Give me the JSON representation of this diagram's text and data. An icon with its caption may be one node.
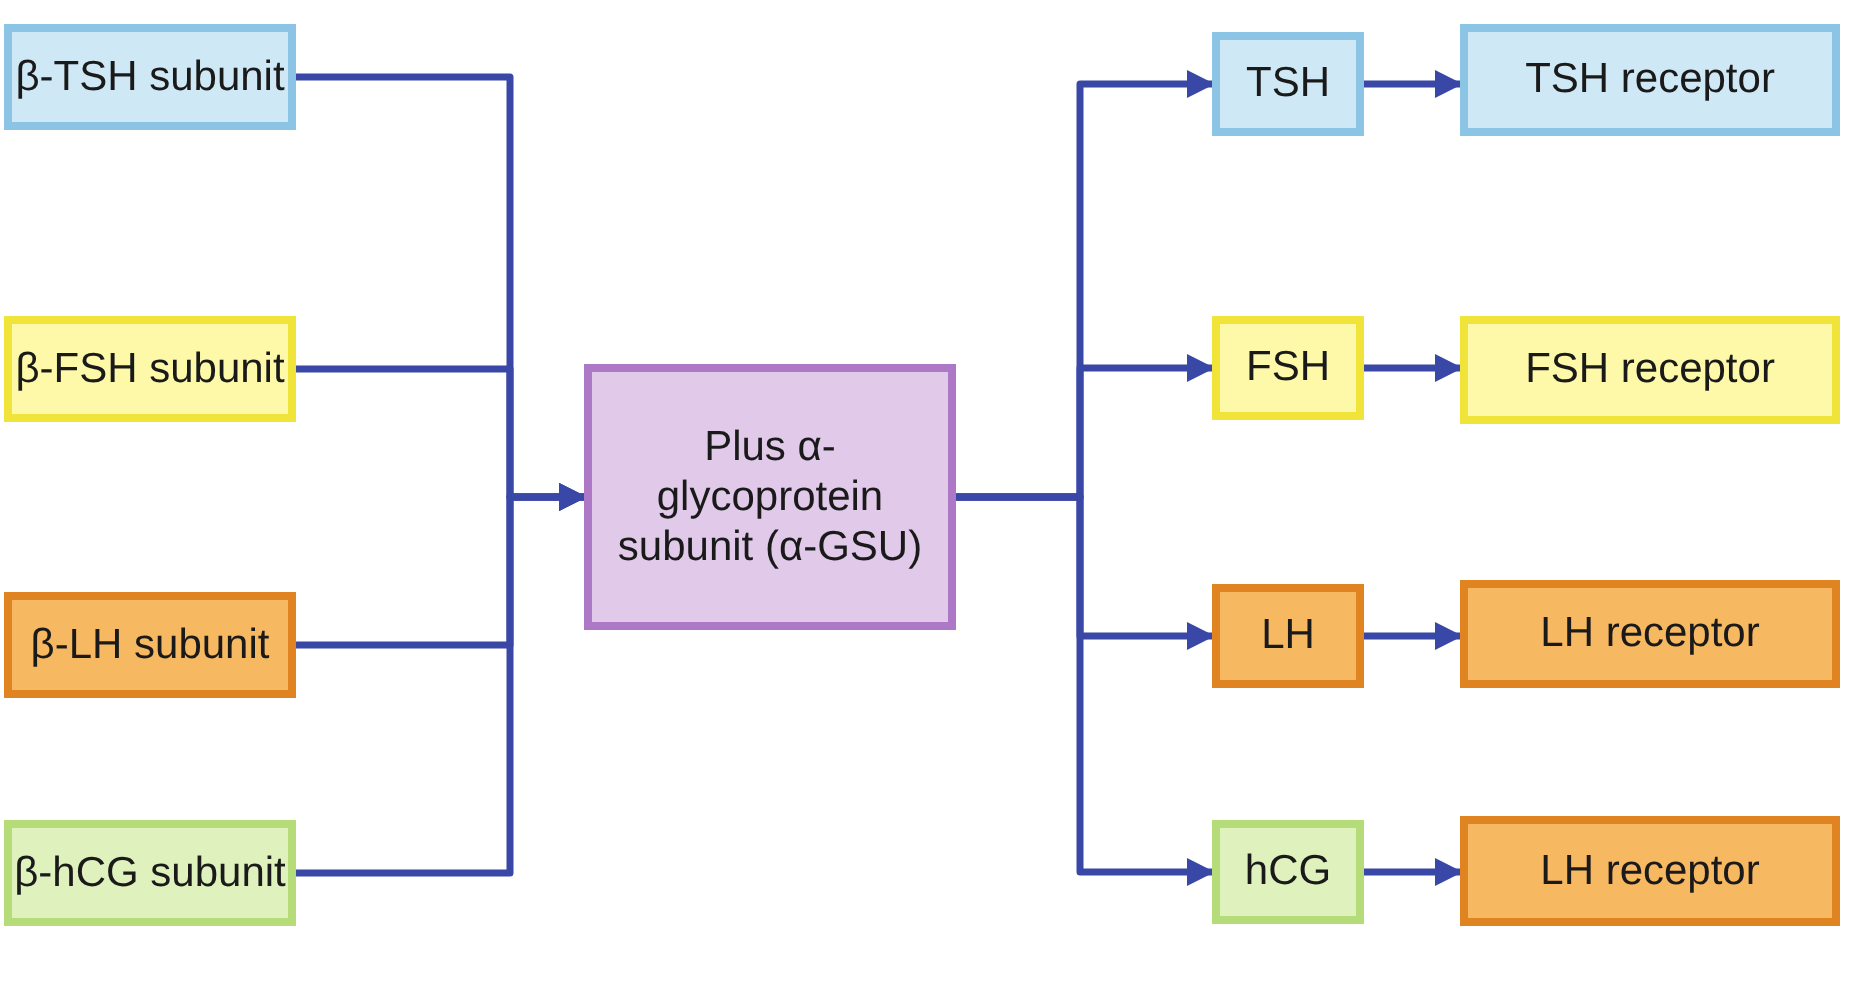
{
  "diagram": {
    "nodes": [
      {
        "text": [
          "β-TSH subunit"
        ]
      },
      {
        "text": [
          "β-FSH subunit"
        ]
      },
      {
        "text": [
          "β-LH subunit"
        ]
      },
      {
        "text": [
          "β-hCG subunit"
        ]
      },
      {
        "text": [
          "Plus α-glycoprotein subunit (α-GSU)"
        ]
      },
      {
        "text": [
          "TSH"
        ]
      },
      {
        "text": [
          "TSH receptor"
        ]
      },
      {
        "text": [
          "FSH"
        ]
      },
      {
        "text": [
          "FSH receptor"
        ]
      },
      {
        "text": [
          "LH"
        ]
      },
      {
        "text": [
          "LH receptor"
        ]
      },
      {
        "text": [
          "hCG"
        ]
      },
      {
        "text": [
          "LH receptor"
        ]
      }
    ],
    "edges": [
      {
        "from": 0,
        "to": 4,
        "arrow": "to"
      },
      {
        "from": 1,
        "to": 4,
        "arrow": "to"
      },
      {
        "from": 2,
        "to": 4,
        "arrow": "to"
      },
      {
        "from": 3,
        "to": 4,
        "arrow": "to"
      },
      {
        "from": 4,
        "to": 5,
        "arrow": "to"
      },
      {
        "from": 4,
        "to": 7,
        "arrow": "to"
      },
      {
        "from": 4,
        "to": 9,
        "arrow": "to"
      },
      {
        "from": 4,
        "to": 11,
        "arrow": "to"
      },
      {
        "from": 5,
        "to": 6,
        "arrow": "to"
      },
      {
        "from": 7,
        "to": 8,
        "arrow": "to"
      },
      {
        "from": 9,
        "to": 10,
        "arrow": "to"
      },
      {
        "from": 11,
        "to": 12,
        "arrow": "to"
      }
    ]
  }
}
